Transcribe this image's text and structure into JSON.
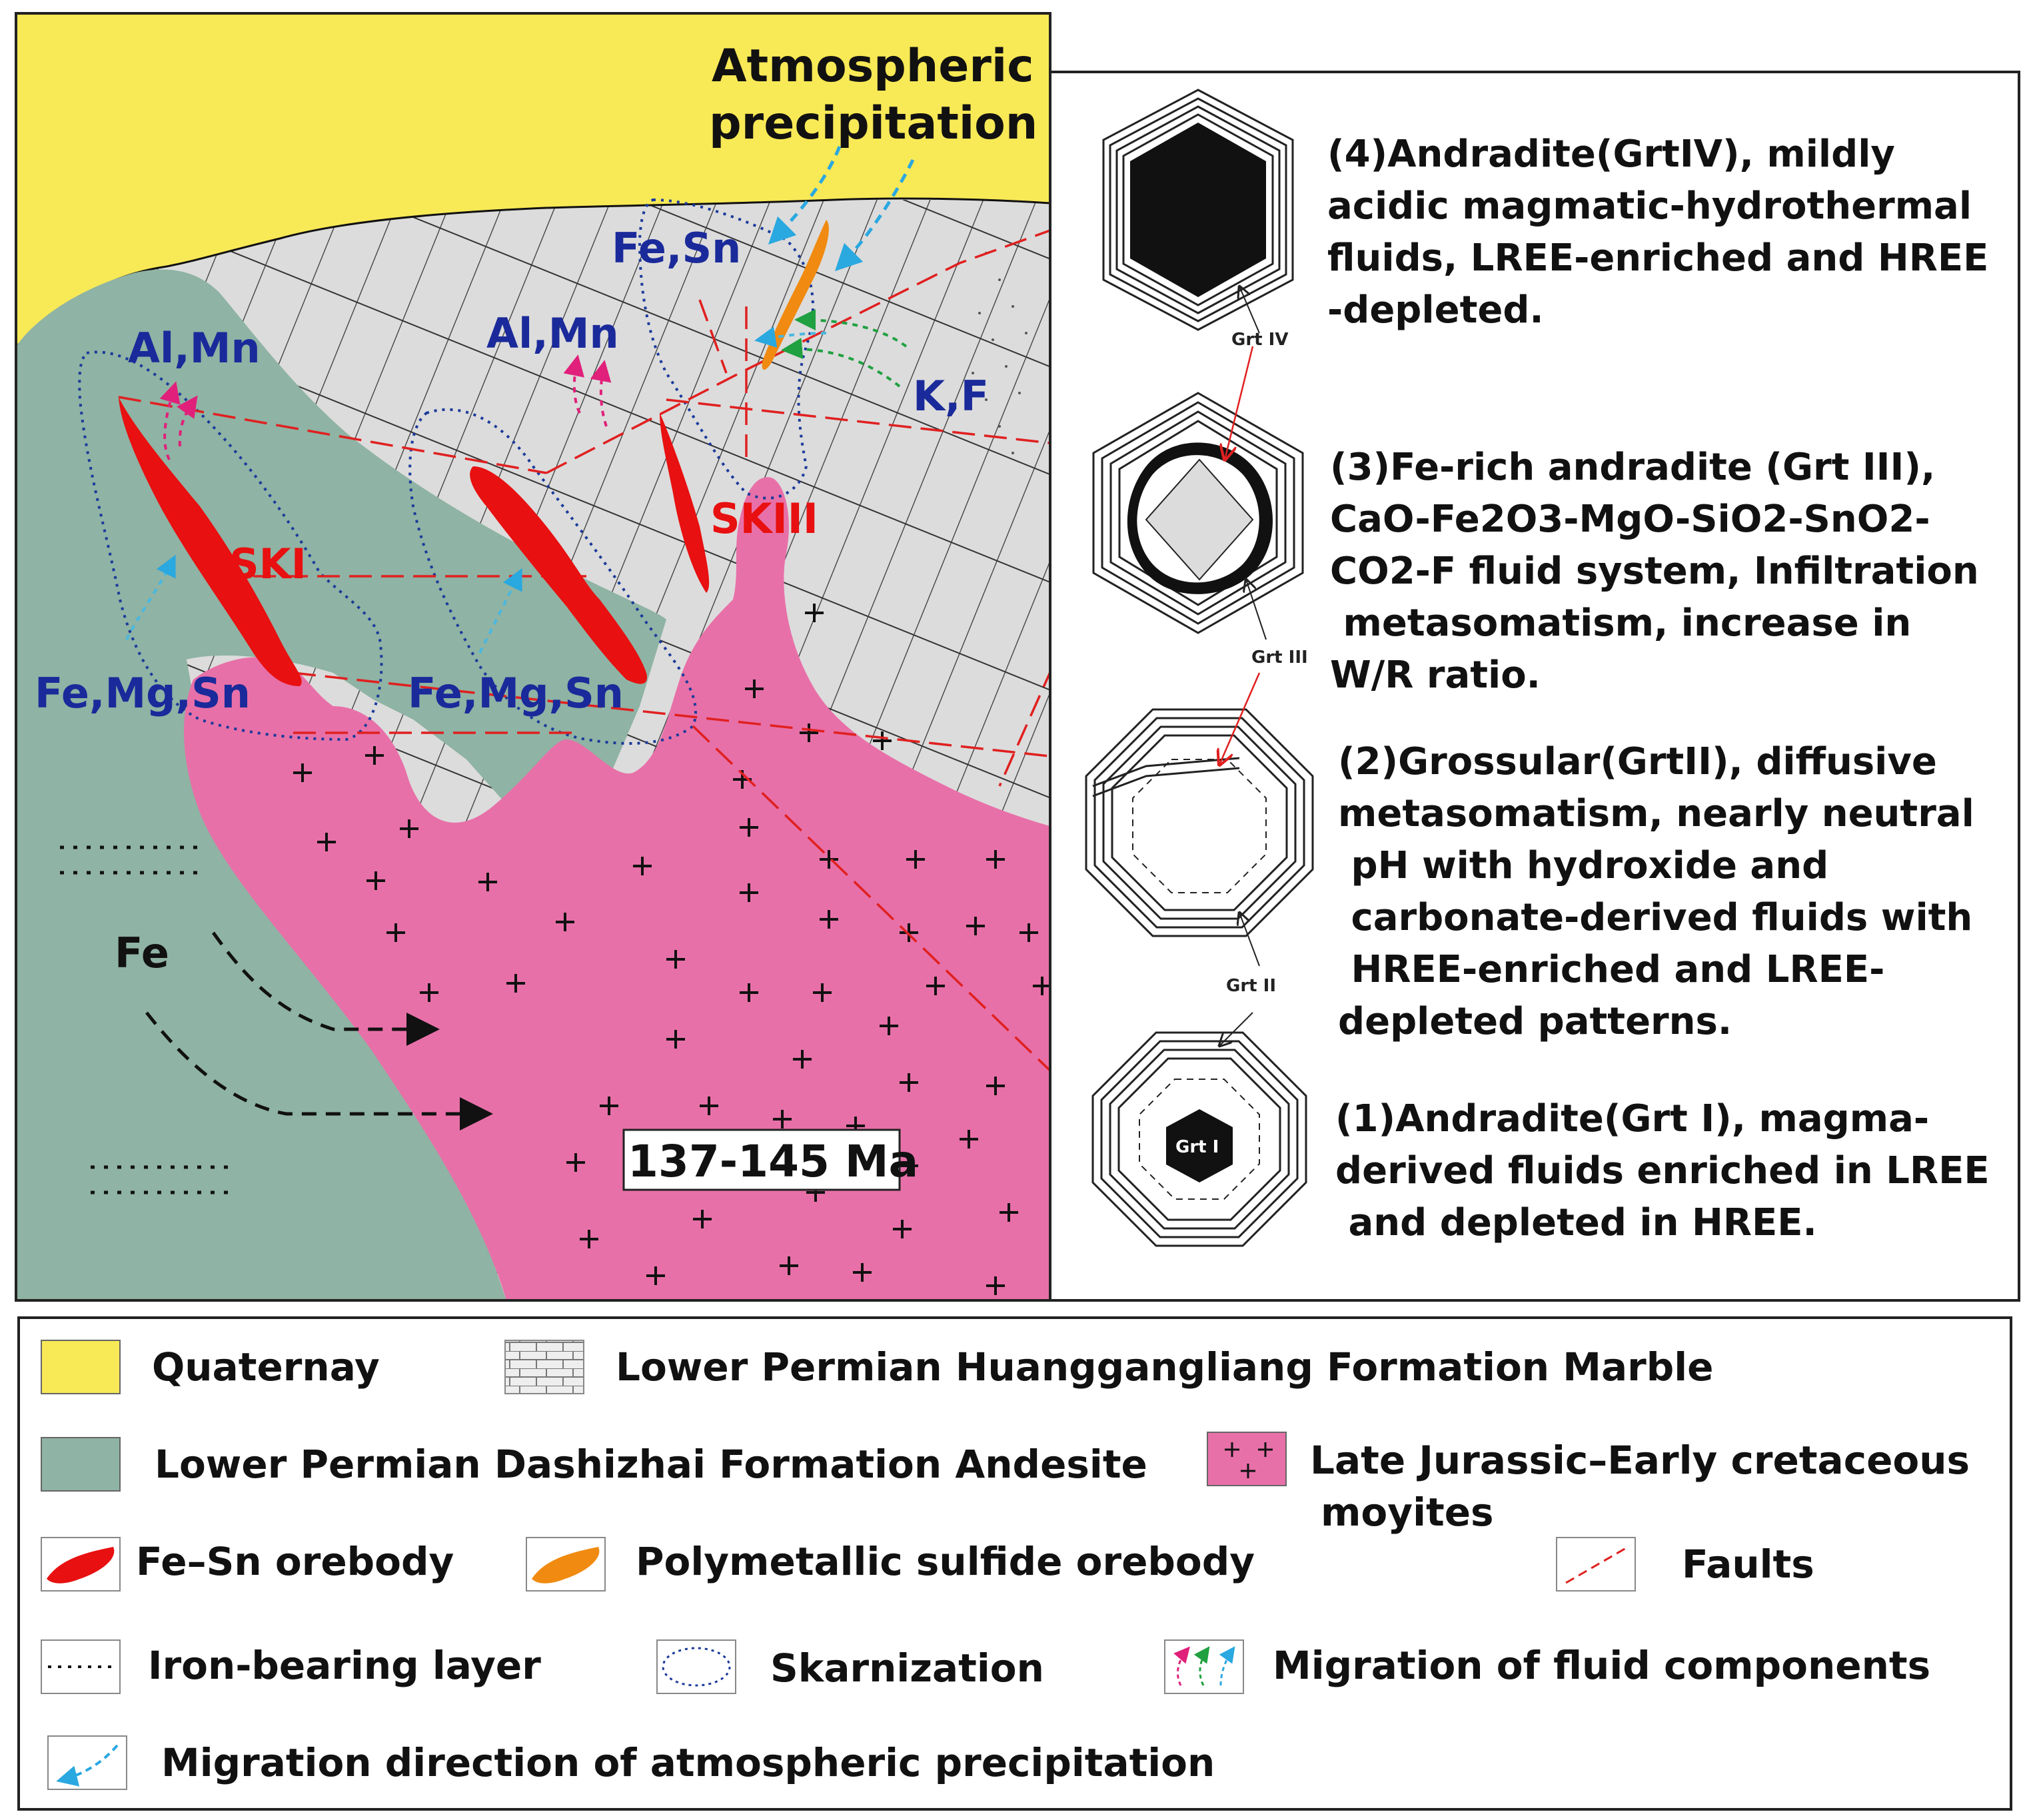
{
  "section": {
    "atmospheric_line1": "Atmospheric",
    "atmospheric_line2": "precipitation",
    "fe_sn": "Fe,Sn",
    "al_mn_left": "Al,Mn",
    "al_mn_mid": "Al,Mn",
    "k_f": "K,F",
    "ski": "SKI",
    "skiii": "SKIII",
    "fe_mg_sn_left": "Fe,Mg,Sn",
    "fe_mg_sn_mid": "Fe,Mg,Sn",
    "fe": "Fe",
    "age": "137-145 Ma"
  },
  "garnets": [
    {
      "id": "grt4",
      "tag": "Grt IV",
      "lines": [
        "(4)Andradite(GrtIV), mildly",
        "acidic magmatic-hydrothermal",
        "fluids, LREE-enriched and HREE",
        "-depleted."
      ]
    },
    {
      "id": "grt3",
      "tag": "Grt III",
      "lines": [
        "(3)Fe-rich andradite (Grt III),",
        "CaO-Fe2O3-MgO-SiO2-SnO2-",
        "CO2-F fluid system, Infiltration",
        " metasomatism, increase in",
        "W/R ratio."
      ]
    },
    {
      "id": "grt2",
      "tag": "Grt II",
      "lines": [
        "(2)Grossular(GrtII), diffusive",
        "metasomatism, nearly neutral",
        " pH with hydroxide and",
        " carbonate-derived fluids with",
        " HREE-enriched and LREE-",
        "depleted patterns."
      ]
    },
    {
      "id": "grt1",
      "tag": "Grt I",
      "lines": [
        "(1)Andradite(Grt I),  magma-",
        "derived fluids enriched in LREE",
        " and depleted in HREE."
      ]
    }
  ],
  "legend": [
    {
      "id": "quaternary",
      "label": "Quaternay"
    },
    {
      "id": "marble",
      "label": "Lower Permian Huanggangliang Formation Marble"
    },
    {
      "id": "andesite",
      "label": "Lower Permian Dashizhai Formation Andesite"
    },
    {
      "id": "moyites",
      "label": "Late Jurassic–Early cretaceous"
    },
    {
      "id": "moyites2",
      "label": "moyites"
    },
    {
      "id": "fesn",
      "label": "Fe–Sn orebody"
    },
    {
      "id": "poly",
      "label": "Polymetallic sulfide orebody"
    },
    {
      "id": "faults",
      "label": "Faults"
    },
    {
      "id": "iron",
      "label": "Iron-bearing layer"
    },
    {
      "id": "skarn",
      "label": "Skarnization"
    },
    {
      "id": "migration",
      "label": "Migration of fluid components"
    },
    {
      "id": "precip",
      "label": "Migration direction of atmospheric precipitation"
    }
  ],
  "colors": {
    "quaternary": "#f8e956",
    "andesite": "#8fb3a4",
    "marble": "#dcdcdc",
    "moyite": "#e870a8",
    "orebody": "#e81010",
    "polymetallic": "#f08a10",
    "label_blue": "#1a2a9a",
    "fault": "#e02020",
    "precip_arrow": "#2aa8e0"
  }
}
